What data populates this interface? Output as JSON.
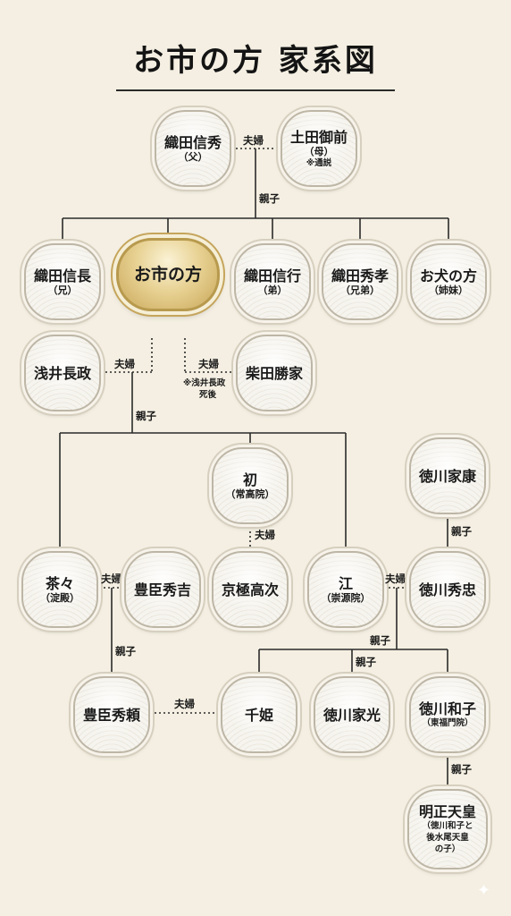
{
  "title": "お市の方 家系図",
  "labels": {
    "couple": "夫婦",
    "parent_child": "親子",
    "note_tsusetsu": "※通説",
    "note_after_death_1": "※浅井長政",
    "note_after_death_2": "死後"
  },
  "people": {
    "oda_nobuhide": {
      "name": "織田信秀",
      "sub": "（父）"
    },
    "tsuchida_gozen": {
      "name": "土田御前",
      "sub": "（母）"
    },
    "oda_nobunaga": {
      "name": "織田信長",
      "sub": "（兄）"
    },
    "oichi": {
      "name": "お市の方"
    },
    "oda_nobuyuki": {
      "name": "織田信行",
      "sub": "（弟）"
    },
    "oda_hidetaka": {
      "name": "織田秀孝",
      "sub": "（兄弟）"
    },
    "oinu": {
      "name": "お犬の方",
      "sub": "（姉妹）"
    },
    "azai_nagamasa": {
      "name": "浅井長政"
    },
    "shibata_katsuie": {
      "name": "柴田勝家"
    },
    "hatsu": {
      "name": "初",
      "sub": "（常高院）"
    },
    "kyogoku_takatsugu": {
      "name": "京極高次"
    },
    "chacha": {
      "name": "茶々",
      "sub": "（淀殿）"
    },
    "toyotomi_hideyoshi": {
      "name": "豊臣秀吉"
    },
    "go": {
      "name": "江",
      "sub": "（崇源院）"
    },
    "tokugawa_ieyasu": {
      "name": "徳川家康"
    },
    "tokugawa_hidetada": {
      "name": "徳川秀忠"
    },
    "toyotomi_hideyori": {
      "name": "豊臣秀頼"
    },
    "senhime": {
      "name": "千姫"
    },
    "tokugawa_iemitsu": {
      "name": "徳川家光"
    },
    "tokugawa_masako": {
      "name": "徳川和子",
      "sub": "（東福門院）"
    },
    "meisho_tenno": {
      "name": "明正天皇",
      "sub1": "（徳川和子と",
      "sub2": "後水尾天皇",
      "sub3": "の子）"
    }
  },
  "colors": {
    "background": "#f4efe2",
    "line": "#2a2a2a",
    "gold": "#c9a85a"
  }
}
